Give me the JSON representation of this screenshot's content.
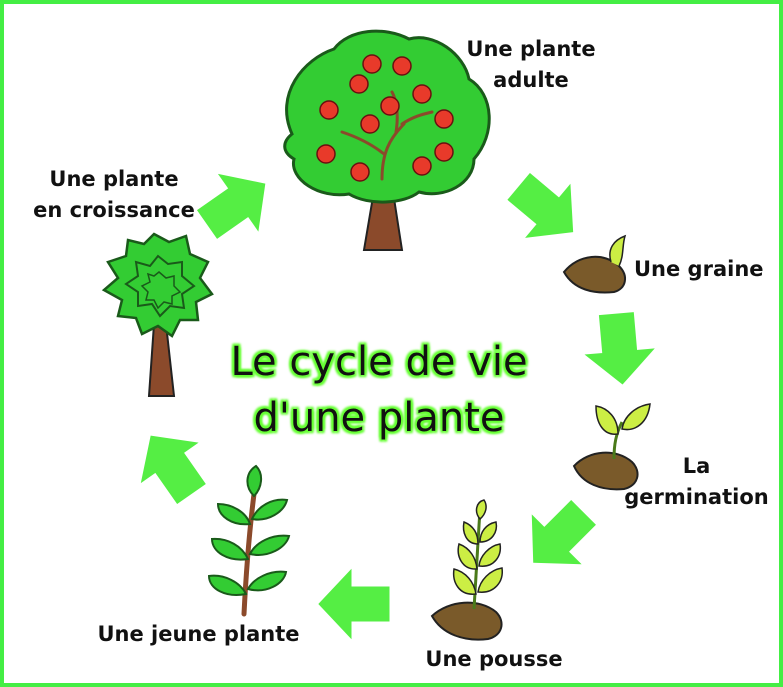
{
  "diagram": {
    "title": {
      "line1": "Le cycle de vie",
      "line2": "d'une plante"
    },
    "stages": {
      "adult": {
        "line1": "Une plante",
        "line2": "adulte"
      },
      "seed": {
        "line1": "Une graine"
      },
      "germination": {
        "line1": "La",
        "line2": "germination"
      },
      "sprout": {
        "line1": "Une pousse"
      },
      "young": {
        "line1": "Une jeune plante"
      },
      "growing": {
        "line1": "Une plante",
        "line2": "en croissance"
      }
    },
    "colors": {
      "border": "#44ee44",
      "arrow": "#55ee44",
      "title_glow": "#66ff33",
      "foliage": "#33cc33",
      "trunk": "#8b4a2b",
      "apple": "#e83a2a",
      "seed": "#7a5a2a",
      "sprout_leaf": "#ccee44"
    },
    "icons": [
      "apple-tree-icon",
      "seed-icon",
      "germination-icon",
      "sprout-icon",
      "young-plant-icon",
      "growing-plant-icon",
      "cycle-arrow-icon"
    ]
  }
}
